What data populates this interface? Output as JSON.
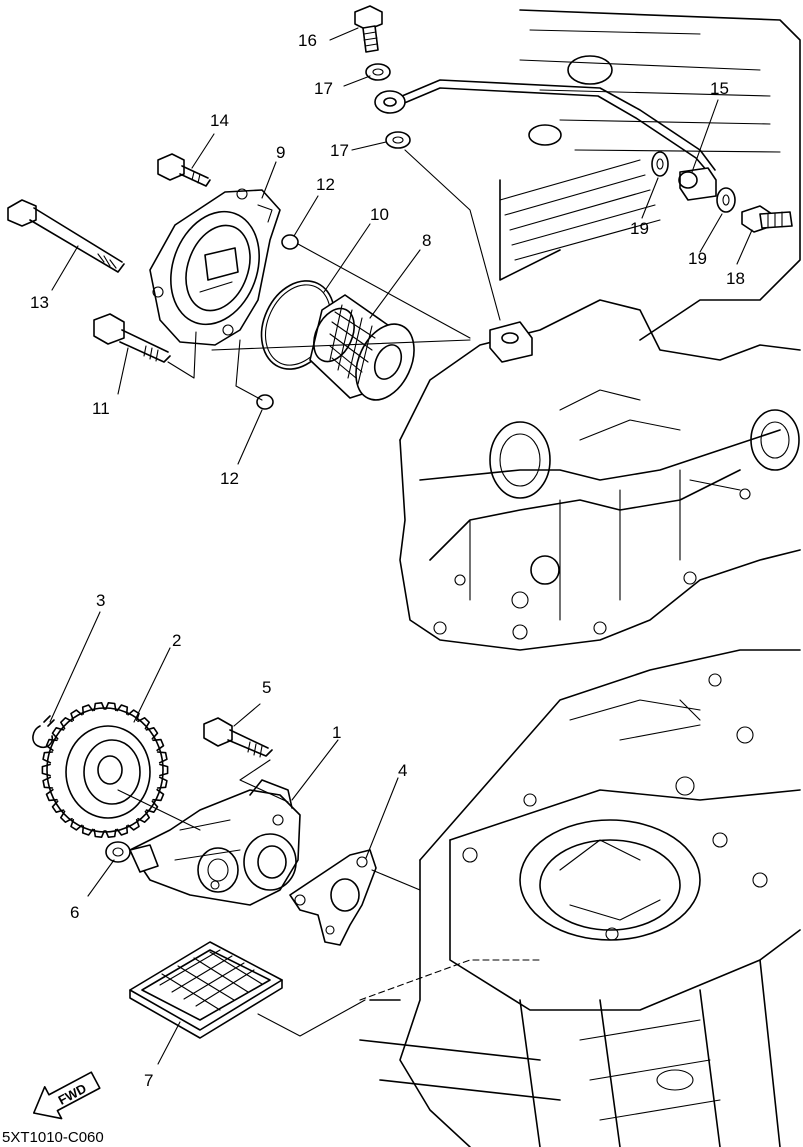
{
  "diagram": {
    "drawing_code": "5XT1010-C060",
    "fwd_label": "FWD",
    "callouts": [
      {
        "id": "c1",
        "label": "1"
      },
      {
        "id": "c2",
        "label": "2"
      },
      {
        "id": "c3",
        "label": "3"
      },
      {
        "id": "c4",
        "label": "4"
      },
      {
        "id": "c5",
        "label": "5"
      },
      {
        "id": "c6",
        "label": "6"
      },
      {
        "id": "c7",
        "label": "7"
      },
      {
        "id": "c8",
        "label": "8"
      },
      {
        "id": "c9",
        "label": "9"
      },
      {
        "id": "c10",
        "label": "10"
      },
      {
        "id": "c11",
        "label": "11"
      },
      {
        "id": "c12a",
        "label": "12"
      },
      {
        "id": "c12b",
        "label": "12"
      },
      {
        "id": "c13",
        "label": "13"
      },
      {
        "id": "c14",
        "label": "14"
      },
      {
        "id": "c15",
        "label": "15"
      },
      {
        "id": "c16",
        "label": "16"
      },
      {
        "id": "c17a",
        "label": "17"
      },
      {
        "id": "c17b",
        "label": "17"
      },
      {
        "id": "c18",
        "label": "18"
      },
      {
        "id": "c19a",
        "label": "19"
      },
      {
        "id": "c19b",
        "label": "19"
      }
    ]
  }
}
